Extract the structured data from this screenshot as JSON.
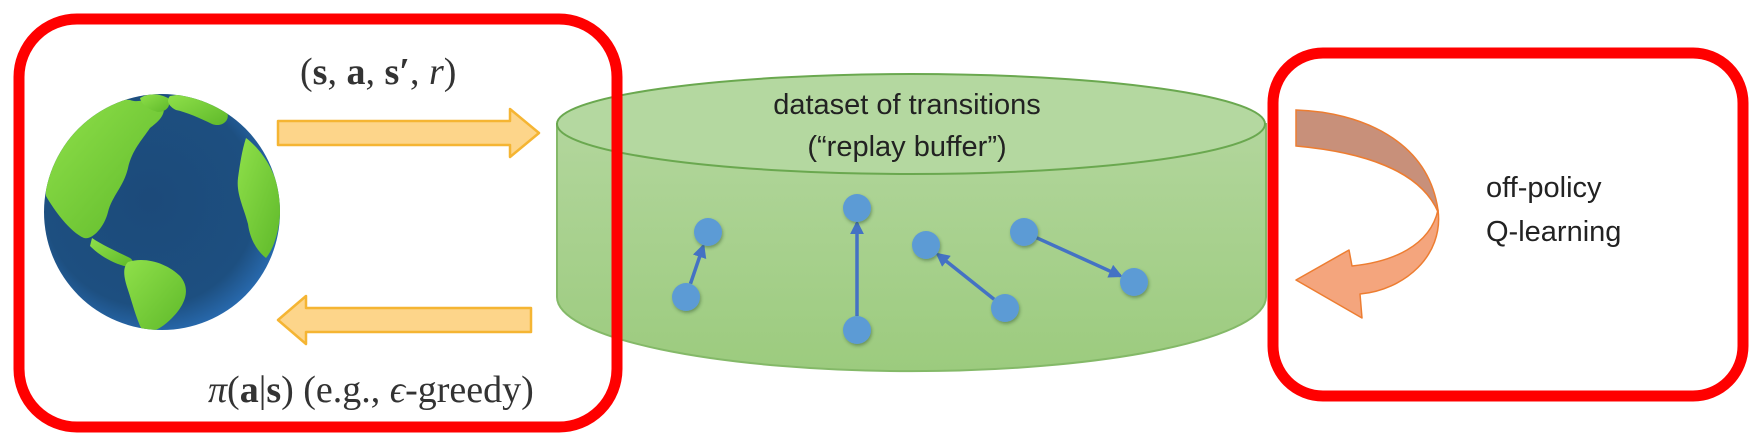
{
  "diagram": {
    "title": "Off-policy Q-learning with a replay buffer",
    "environment": {
      "icon": "globe-icon",
      "highlighted": true
    },
    "collect_arrow": {
      "label_parts": [
        {
          "text": "(",
          "style": "normal"
        },
        {
          "text": "s",
          "style": "bold"
        },
        {
          "text": ", ",
          "style": "normal"
        },
        {
          "text": "a",
          "style": "bold"
        },
        {
          "text": ", ",
          "style": "normal"
        },
        {
          "text": "s′",
          "style": "bold"
        },
        {
          "text": ", ",
          "style": "normal"
        },
        {
          "text": "r",
          "style": "italic"
        },
        {
          "text": ")",
          "style": "normal"
        }
      ],
      "direction": "environment-to-buffer"
    },
    "policy_arrow": {
      "label_parts": [
        {
          "text": "π",
          "style": "italic"
        },
        {
          "text": "(",
          "style": "normal"
        },
        {
          "text": "a",
          "style": "bold"
        },
        {
          "text": "|",
          "style": "normal"
        },
        {
          "text": "s",
          "style": "bold"
        },
        {
          "text": ") (e.g., ",
          "style": "normal"
        },
        {
          "text": "ϵ",
          "style": "italic"
        },
        {
          "text": "-greedy)",
          "style": "normal"
        }
      ],
      "direction": "buffer-to-environment"
    },
    "replay_buffer": {
      "title_line1": "dataset of transitions",
      "title_line2": "(“replay buffer”)",
      "transitions": [
        {
          "from": "s1",
          "to": "s1'"
        },
        {
          "from": "s2",
          "to": "s2'"
        },
        {
          "from": "s3",
          "to": "s3'"
        },
        {
          "from": "s4",
          "to": "s4'"
        }
      ]
    },
    "learner": {
      "label_line1": "off-policy",
      "label_line2": "Q-learning",
      "icon": "curved-arrow-icon",
      "highlighted": true
    },
    "colors": {
      "highlight_border": "#ff0000",
      "straight_arrow_fill": "#fdd58a",
      "straight_arrow_stroke": "#f5b533",
      "cylinder_fill": "#a9d08e",
      "cylinder_stroke": "#70ad47",
      "node_fill": "#5b9bd5",
      "edge_color": "#4472c4",
      "curved_arrow_top": "#c8907a",
      "curved_arrow_bottom": "#f4a57d",
      "curved_arrow_stroke": "#ed7d31",
      "ocean": "#1f4e79",
      "land": "#7ed33a"
    }
  }
}
